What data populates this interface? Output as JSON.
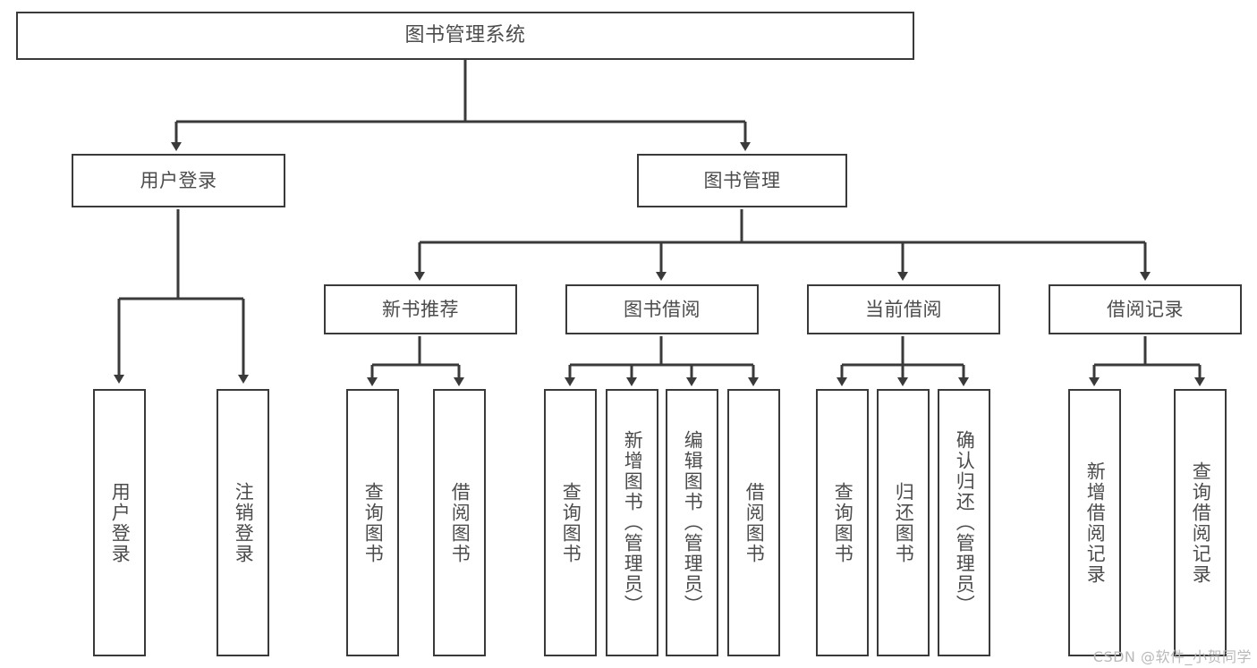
{
  "diagram": {
    "title": "图书管理系统",
    "type": "tree-hierarchy-chart",
    "watermark": "CSDN @软件_小贺同学",
    "colors": {
      "box_border": "#3a3a3a",
      "box_fill": "#ffffff",
      "text": "#4c4c4c",
      "edge": "#3a3a3a",
      "watermark": "#b9b9b9",
      "background": "#ffffff"
    },
    "nodes": {
      "root": {
        "label": "图书管理系统"
      },
      "level2": [
        {
          "id": "user-login",
          "label": "用户登录"
        },
        {
          "id": "book-manage",
          "label": "图书管理"
        }
      ],
      "level3": [
        {
          "id": "new-book-recommend",
          "label": "新书推荐"
        },
        {
          "id": "book-borrow",
          "label": "图书借阅"
        },
        {
          "id": "current-borrow",
          "label": "当前借阅"
        },
        {
          "id": "borrow-record",
          "label": "借阅记录"
        }
      ],
      "leaves": {
        "user_login": [
          {
            "id": "leaf-user-login",
            "label": "用户登录"
          },
          {
            "id": "leaf-logout-login",
            "label": "注销登录"
          }
        ],
        "new_book_recommend": [
          {
            "id": "leaf-query-book-1",
            "label": "查询图书"
          },
          {
            "id": "leaf-borrow-book-1",
            "label": "借阅图书"
          }
        ],
        "book_borrow": [
          {
            "id": "leaf-query-book-2",
            "label": "查询图书"
          },
          {
            "id": "leaf-add-book",
            "label": "新增图书（管理员）"
          },
          {
            "id": "leaf-edit-book",
            "label": "编辑图书（管理员）"
          },
          {
            "id": "leaf-borrow-book-2",
            "label": "借阅图书"
          }
        ],
        "current_borrow": [
          {
            "id": "leaf-query-book-3",
            "label": "查询图书"
          },
          {
            "id": "leaf-return-book",
            "label": "归还图书"
          },
          {
            "id": "leaf-confirm-return",
            "label": "确认归还（管理员）"
          }
        ],
        "borrow_record": [
          {
            "id": "leaf-add-record",
            "label": "新增借阅记录"
          },
          {
            "id": "leaf-query-record",
            "label": "查询借阅记录"
          }
        ]
      }
    }
  }
}
